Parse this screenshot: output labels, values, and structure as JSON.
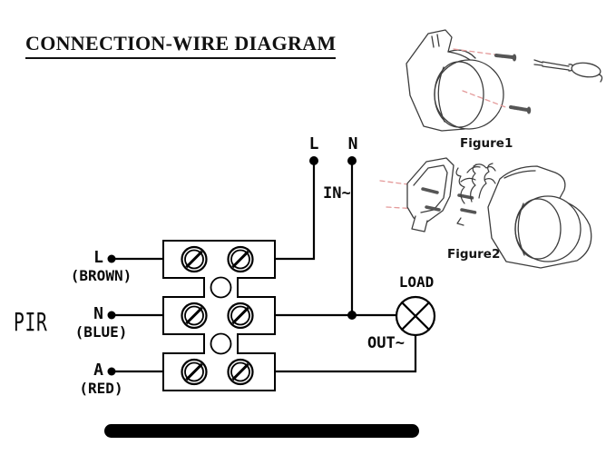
{
  "title": "CONNECTION-WIRE DIAGRAM",
  "figures": {
    "figure1_label": "Figure1",
    "figure2_label": "Figure2"
  },
  "diagram": {
    "pir_label": "PIR",
    "top_input": {
      "l": "L",
      "n": "N",
      "in": "IN~"
    },
    "terminals": [
      {
        "letter": "L",
        "color": "(BROWN)"
      },
      {
        "letter": "N",
        "color": "(BLUE)"
      },
      {
        "letter": "A",
        "color": "(RED)"
      }
    ],
    "load": {
      "label": "LOAD",
      "out": "OUT~"
    }
  },
  "colors": {
    "diagram_line": "#000000",
    "figure_line": "#3d3d3d",
    "leader_red": "#e49a9a",
    "screw_gray": "#555555",
    "bottom_bar": "#000000"
  }
}
